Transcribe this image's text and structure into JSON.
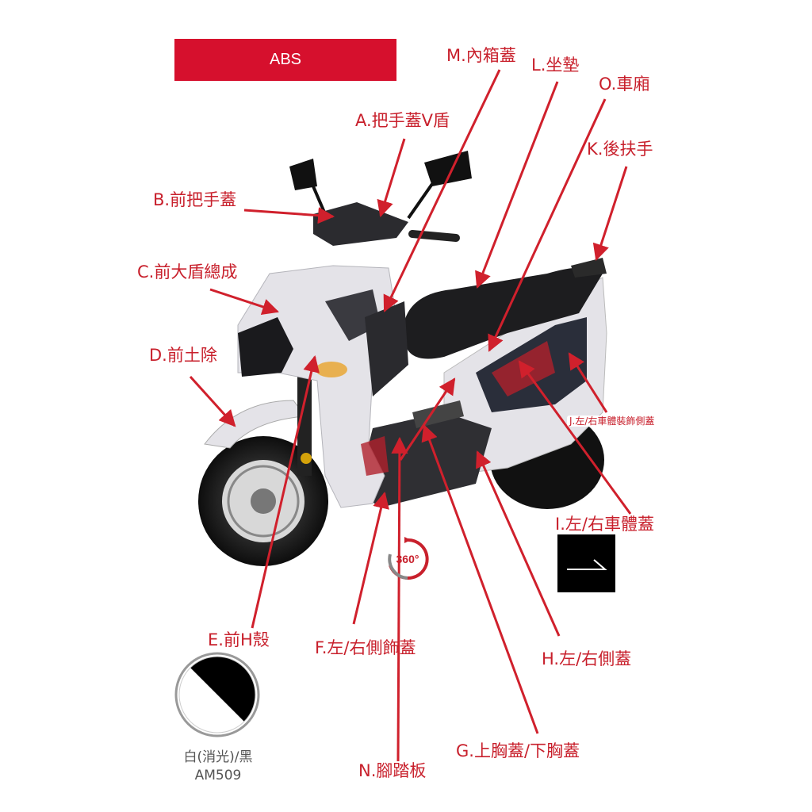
{
  "banner": {
    "text": "ABS"
  },
  "labels": {
    "m": "M.內箱蓋",
    "l": "L.坐墊",
    "o": "O.車廂",
    "a": "A.把手蓋V盾",
    "k": "K.後扶手",
    "b": "B.前把手蓋",
    "c": "C.前大盾總成",
    "d": "D.前土除",
    "j": "J.左/右車體裝飾側蓋",
    "i": "I.左/右車體蓋",
    "e": "E.前H殼",
    "f": "F.左/右側飾蓋",
    "h": "H.左/右側蓋",
    "g": "G.上胸蓋/下胸蓋",
    "n": "N.腳踏板"
  },
  "view360": {
    "text": "360°"
  },
  "color_option": {
    "name": "白(消光)/黑",
    "code": "AM509"
  },
  "colors": {
    "accent": "#c8202c",
    "banner": "#d6102d",
    "body_white": "#e4e3e8",
    "seat_black": "#1d1d1f"
  },
  "icons": [
    "360-view-icon",
    "arrow-right-icon",
    "color-swatch-icon"
  ]
}
